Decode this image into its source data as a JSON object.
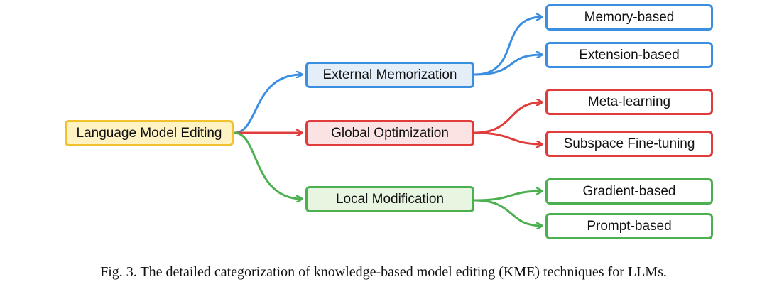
{
  "diagram": {
    "root": {
      "label": "Language Model Editing",
      "color": "#f2c12e"
    },
    "categories": [
      {
        "label": "External Memorization",
        "color": "#3b8fe0",
        "children": [
          {
            "label": "Memory-based"
          },
          {
            "label": "Extension-based"
          }
        ]
      },
      {
        "label": "Global Optimization",
        "color": "#e03c3c",
        "children": [
          {
            "label": "Meta-learning"
          },
          {
            "label": "Subspace Fine-tuning"
          }
        ]
      },
      {
        "label": "Local Modification",
        "color": "#4caf50",
        "children": [
          {
            "label": "Gradient-based"
          },
          {
            "label": "Prompt-based"
          }
        ]
      }
    ]
  },
  "caption": "Fig. 3.  The detailed categorization of knowledge-based model editing (KME) techniques for LLMs."
}
